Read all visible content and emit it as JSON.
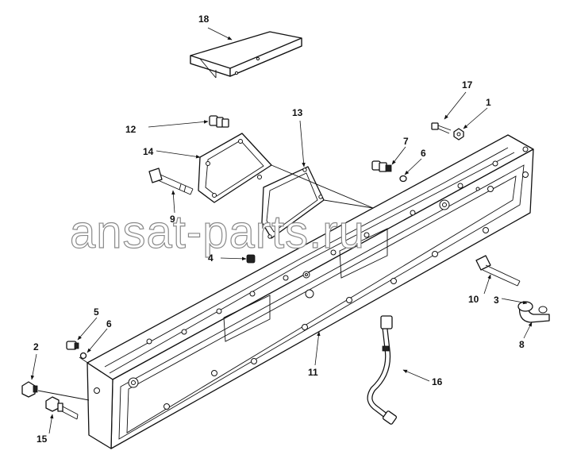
{
  "diagram": {
    "watermark": "ansat-parts.ru",
    "callouts": [
      "1",
      "2",
      "3",
      "4",
      "5",
      "6",
      "6",
      "7",
      "8",
      "9",
      "10",
      "11",
      "12",
      "13",
      "14",
      "15",
      "16",
      "17",
      "18"
    ]
  }
}
